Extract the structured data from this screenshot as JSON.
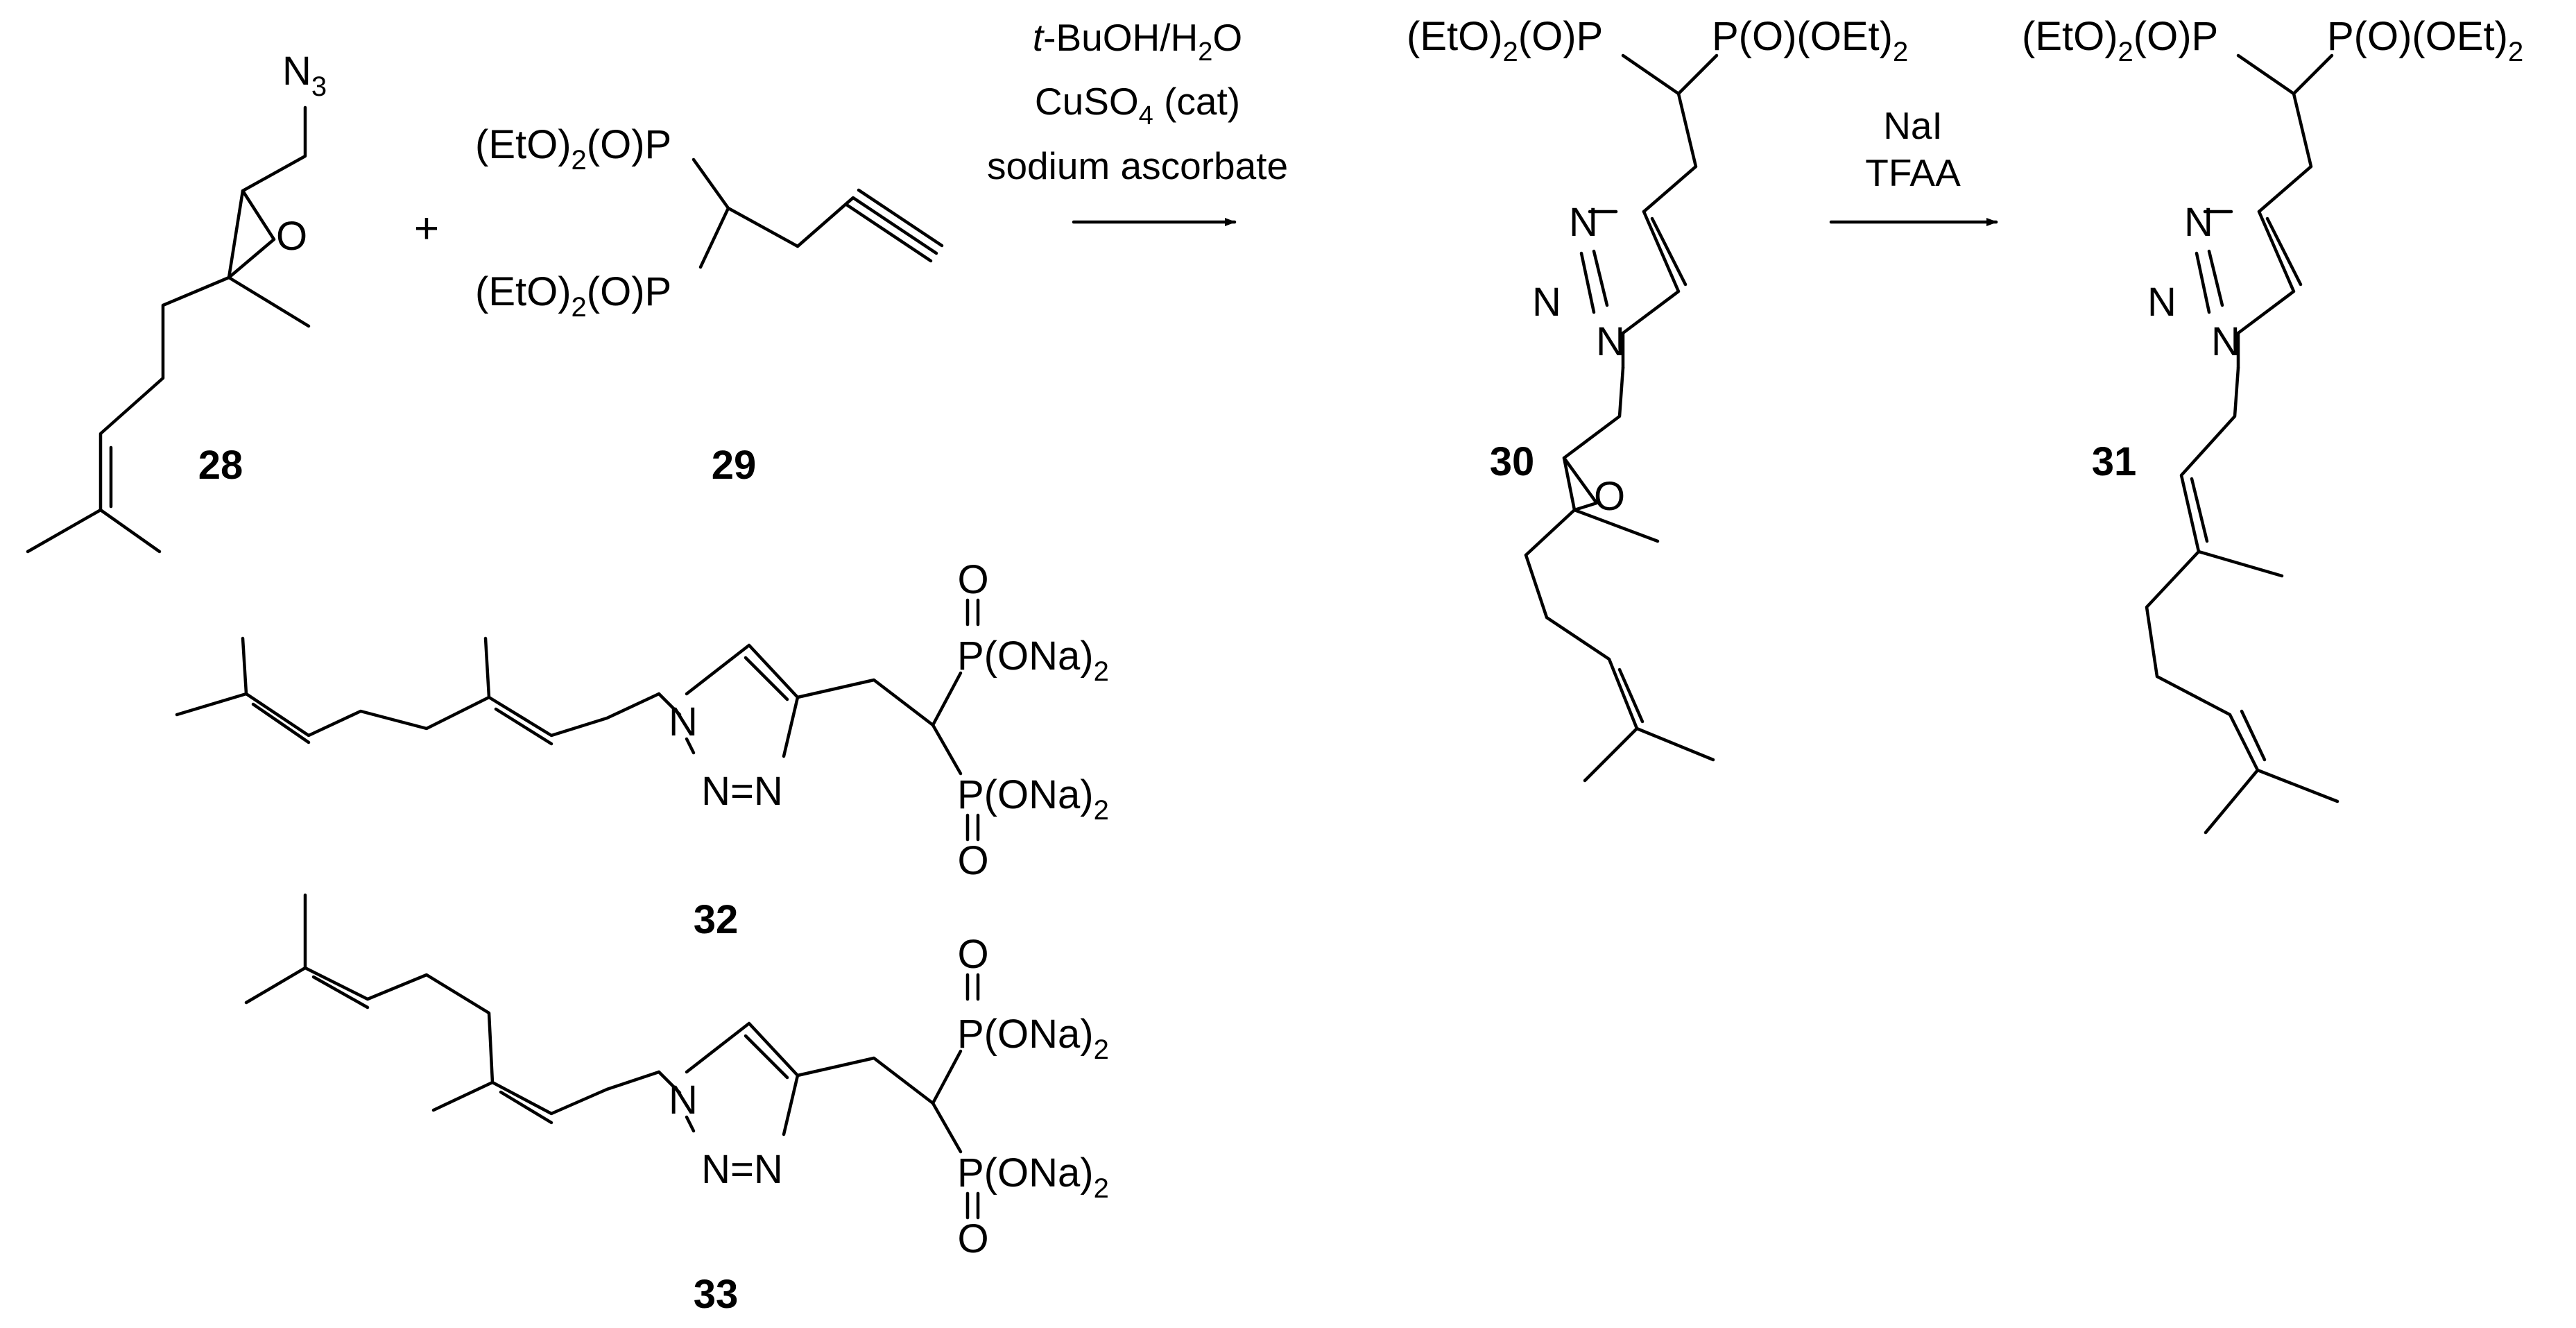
{
  "scheme": {
    "compounds": {
      "c28": {
        "label": "28",
        "azide": "N",
        "azide_sub": "3",
        "epoxide_o": "O"
      },
      "c29": {
        "label": "29",
        "p_upper": "(EtO)",
        "p_upper_sub": "2",
        "p_upper_tail": "(O)P",
        "p_lower": "(EtO)",
        "p_lower_sub": "2",
        "p_lower_tail": "(O)P"
      },
      "c30": {
        "label": "30",
        "p_left": "(EtO)",
        "p_left_sub": "2",
        "p_left_tail": "(O)P",
        "p_right": "P(O)(OEt)",
        "p_right_sub": "2",
        "n_top": "N",
        "n_mid": "N",
        "n_ring": "N",
        "epoxide_o": "O"
      },
      "c31": {
        "label": "31",
        "p_left": "(EtO)",
        "p_left_sub": "2",
        "p_left_tail": "(O)P",
        "p_right": "P(O)(OEt)",
        "p_right_sub": "2",
        "n_top": "N",
        "n_mid": "N",
        "n_ring": "N"
      },
      "c32": {
        "label": "32",
        "p_upper": "P(ONa)",
        "p_upper_sub": "2",
        "p_lower": "P(ONa)",
        "p_lower_sub": "2",
        "o_upper": "O",
        "o_lower": "O",
        "n_ring": "N",
        "n_bottom": "N=N"
      },
      "c33": {
        "label": "33",
        "p_upper": "P(ONa)",
        "p_upper_sub": "2",
        "p_lower": "P(ONa)",
        "p_lower_sub": "2",
        "o_upper": "O",
        "o_lower": "O",
        "n_ring": "N",
        "n_bottom": "N=N"
      }
    },
    "plus": "+",
    "step1": {
      "line1_italic": "t",
      "line1_rest": "-BuOH/H",
      "line1_sub": "2",
      "line1_end": "O",
      "line2_pre": "CuSO",
      "line2_sub": "4",
      "line2_post": " (cat)",
      "line3": "sodium ascorbate"
    },
    "step2": {
      "line1": "NaI",
      "line2": "TFAA"
    }
  }
}
